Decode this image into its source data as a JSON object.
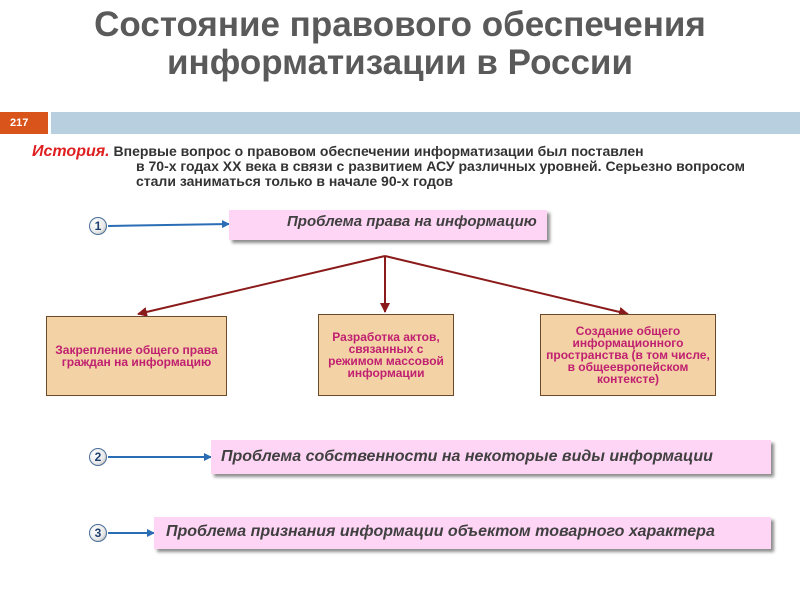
{
  "slide": {
    "title": "Состояние правового обеспечения информатизации в России",
    "slide_number": "217",
    "history": {
      "label": "История.",
      "line1": " Впервые вопрос о правовом обеспечении информатизации был поставлен",
      "line2": "в 70-х годах XX века в связи с развитием АСУ различных уровней. Серьезно вопросом стали заниматься только в начале 90-х годов"
    },
    "problems": [
      {
        "number": "1",
        "label": "Проблема права на информацию"
      },
      {
        "number": "2",
        "label": "Проблема собственности на некоторые виды информации"
      },
      {
        "number": "3",
        "label": "Проблема признания информации объектом товарного характера"
      }
    ],
    "subtopics": [
      "Закрепление общего права граждан на информацию",
      "Разработка актов, связанных с режимом массовой информации",
      "Создание общего информационного пространства (в том числе, в общеевропейском контексте)"
    ]
  },
  "colors": {
    "title": "#5a5a5a",
    "number_badge": "#d9541a",
    "number_bar": "#b8cfe0",
    "history_label": "#e02020",
    "problem_box": "#ffd5f5",
    "subtopic_box": "#f3d2a6",
    "subtopic_text": "#c02070",
    "blue_arrow": "#2a6db5",
    "red_arrow": "#8b1a1a"
  }
}
